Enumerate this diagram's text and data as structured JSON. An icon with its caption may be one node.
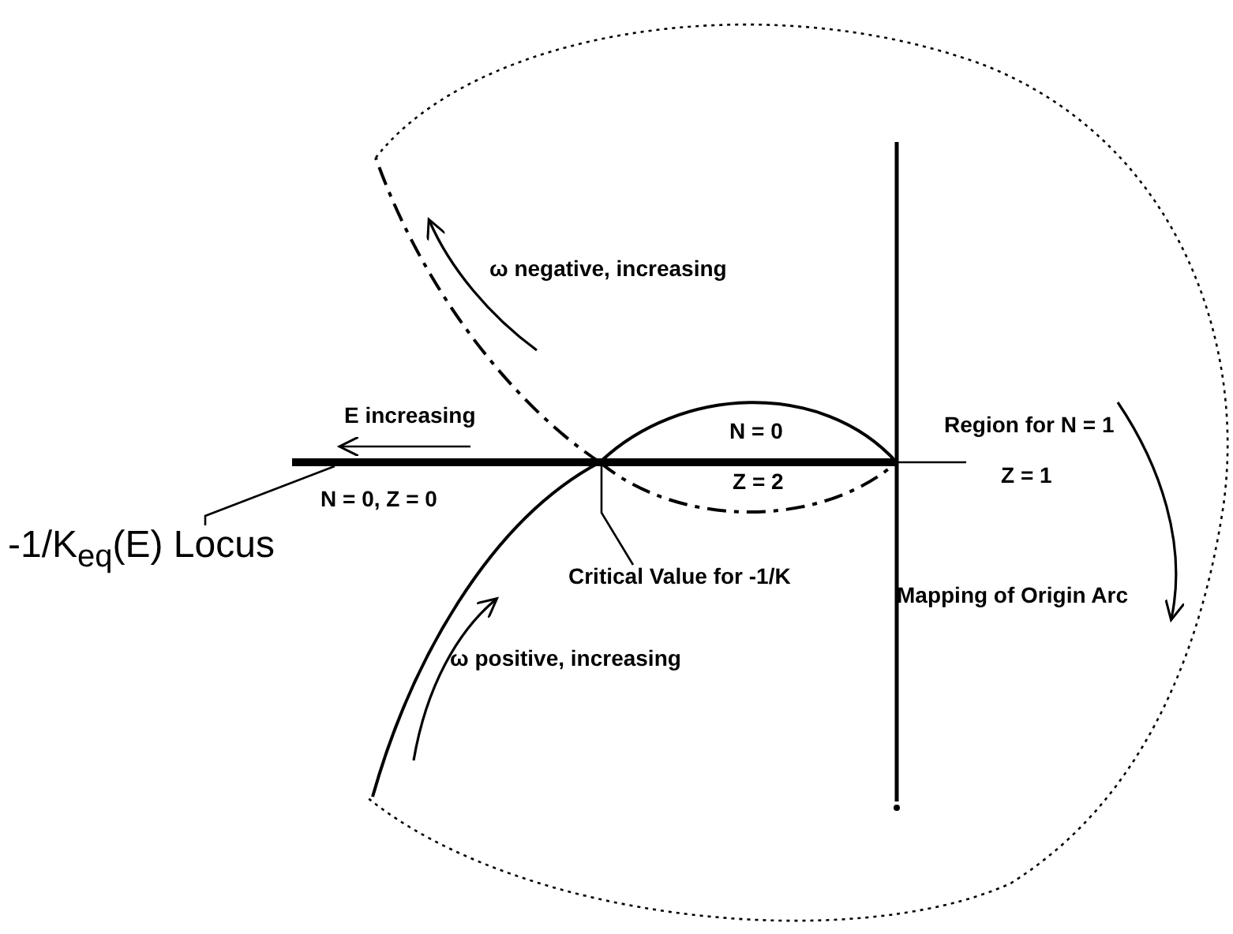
{
  "diagram": {
    "nodes": [
      {
        "text": [
          "-1/K$_{eq}$(E) Locus"
        ]
      },
      {
        "text": [],
        "shape": "bar"
      },
      {
        "text": [
          "Critical Value for -1/K"
        ]
      }
    ],
    "edges": [
      {
        "from": 0,
        "to": 1,
        "arrow": "none"
      },
      {
        "from": 2,
        "to": 1,
        "arrow": "none"
      }
    ],
    "labels": [
      "ω negative, increasing",
      "E increasing",
      "N = 0",
      "Region for N = 1",
      "Z = 2",
      "N = 0, Z = 0",
      "Z = 1",
      "Mapping of Origin Arc",
      "ω positive, increasing"
    ]
  }
}
